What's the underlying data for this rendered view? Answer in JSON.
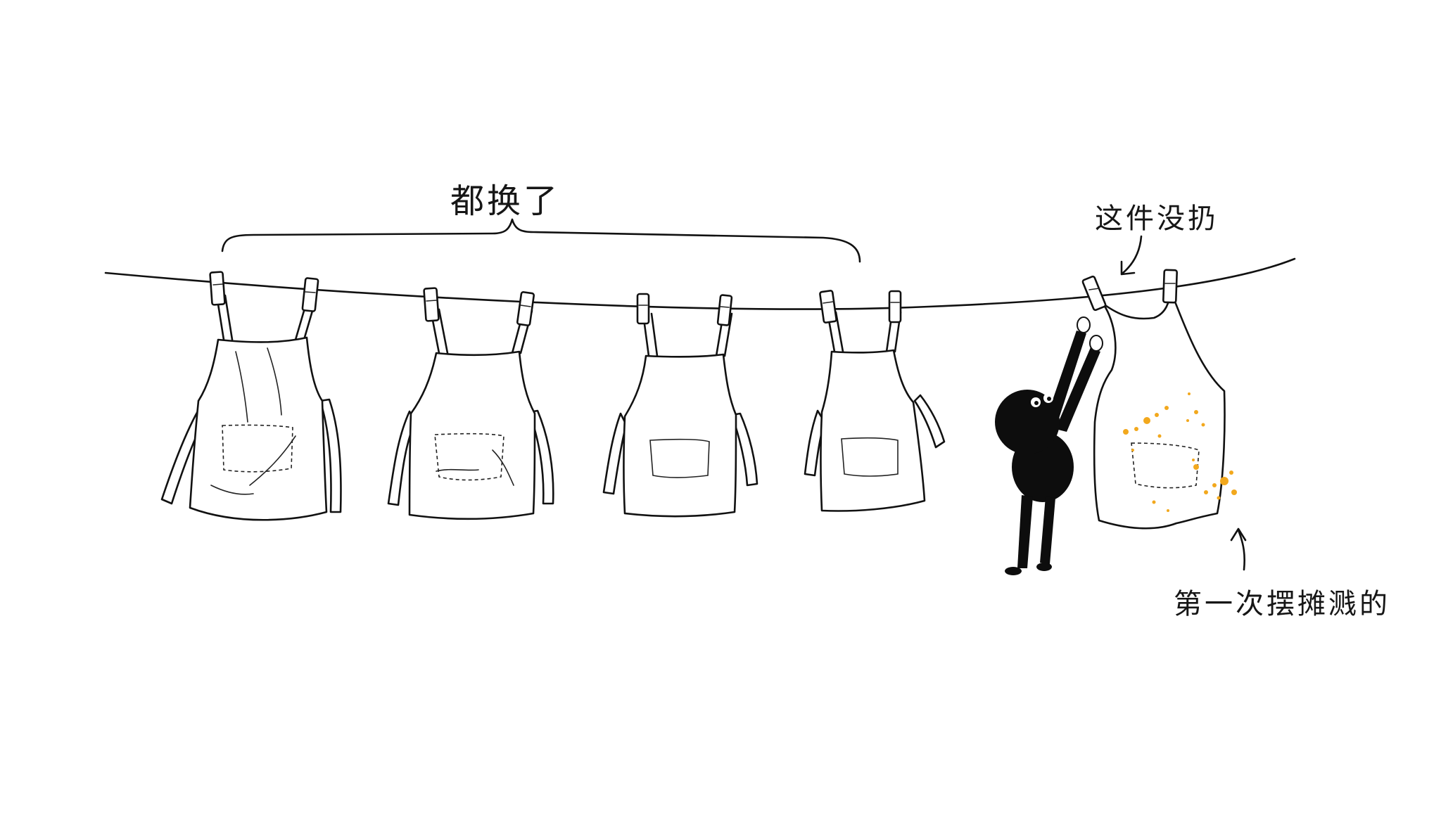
{
  "annotations": {
    "replaced": "都换了",
    "not_thrown": "这件没扔",
    "first_stall_splash": "第一次摆摊溅的"
  },
  "colors": {
    "ink": "#111111",
    "stain": "#f2a81d",
    "background": "#ffffff"
  },
  "icons": {
    "character": "black-blob-character",
    "apron": "apron-icon",
    "clothespin": "clothespin-icon",
    "arrow": "curved-arrow-icon"
  }
}
